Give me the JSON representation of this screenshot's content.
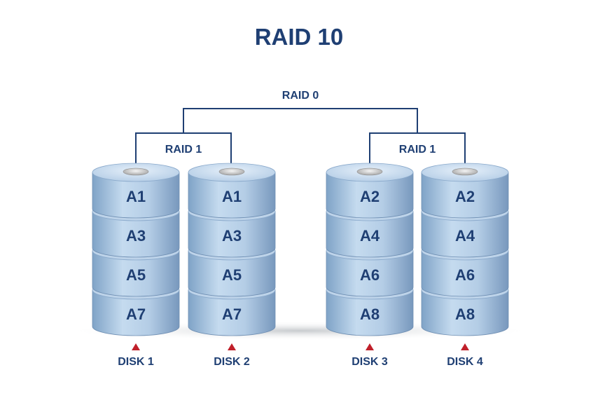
{
  "title": "RAID 10",
  "raid0_label": "RAID 0",
  "raid1_groups": [
    {
      "label": "RAID 1"
    },
    {
      "label": "RAID 1"
    }
  ],
  "disks": [
    {
      "label": "DISK 1",
      "blocks": [
        "A1",
        "A3",
        "A5",
        "A7"
      ]
    },
    {
      "label": "DISK 2",
      "blocks": [
        "A1",
        "A3",
        "A5",
        "A7"
      ]
    },
    {
      "label": "DISK 3",
      "blocks": [
        "A2",
        "A4",
        "A6",
        "A8"
      ]
    },
    {
      "label": "DISK 4",
      "blocks": [
        "A2",
        "A4",
        "A6",
        "A8"
      ]
    }
  ],
  "colors": {
    "text": "#1f3f73",
    "lines": "#1f3f73",
    "disk_fill": "#a9c6e2",
    "arrow": "#c0202a"
  }
}
